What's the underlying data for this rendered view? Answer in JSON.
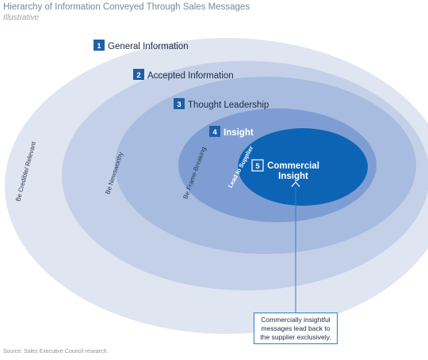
{
  "header": {
    "title": "Hierarchy of Information Conveyed Through Sales Messages",
    "subtitle": "Illustrative"
  },
  "levels": [
    {
      "number": "1",
      "label": "General Information",
      "color": "#dfe5f1"
    },
    {
      "number": "2",
      "label": "Accepted Information",
      "color": "#c4d0e7"
    },
    {
      "number": "3",
      "label": "Thought Leadership",
      "color": "#a8bce0"
    },
    {
      "number": "4",
      "label": "Insight",
      "color": "#7e9ed3"
    },
    {
      "number": "5",
      "label": "Commercial Insight",
      "color": "#0d64b5"
    }
  ],
  "side_labels": {
    "be_credible": "Be Credible/ Relevant",
    "be_newsworthy": "Be Newsworthy",
    "be_frame_breaking": "Be Frame-Breaking",
    "lead_to_supplier": "Lead to Supplier"
  },
  "callout": {
    "text": "Commercially insightful messages lead back to the supplier exclusively."
  },
  "footer": {
    "source": "Source: Sales Executive Council research."
  },
  "colors": {
    "number_box": "#1f5fa5",
    "callout_border": "#2f7fbf"
  }
}
